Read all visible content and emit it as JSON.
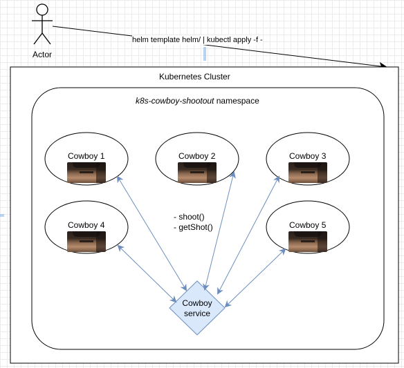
{
  "actor": {
    "label": "Actor",
    "icon": "stick-figure-icon"
  },
  "command": {
    "text": "helm template helm/  | kubectl apply -f -"
  },
  "cluster": {
    "title": "Kubernetes Cluster"
  },
  "namespace": {
    "name_italic": "k8s-cowboy-shootout",
    "suffix": " namespace"
  },
  "cowboys": [
    {
      "label": "Cowboy 1"
    },
    {
      "label": "Cowboy 2"
    },
    {
      "label": "Cowboy 3"
    },
    {
      "label": "Cowboy 4"
    },
    {
      "label": "Cowboy 5"
    }
  ],
  "methods": {
    "line1": "- shoot()",
    "line2": "- getShot()"
  },
  "service": {
    "line1": "Cowboy",
    "line2": "service"
  },
  "colors": {
    "arrow": "#6c8ebf",
    "service_fill": "#dae8fc",
    "service_stroke": "#6c8ebf"
  }
}
